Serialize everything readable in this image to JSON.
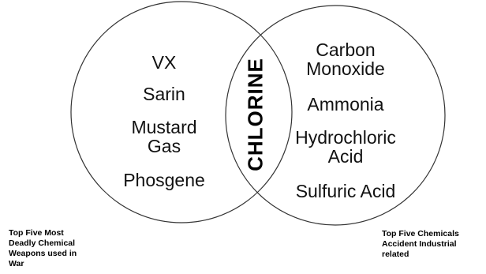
{
  "left_set": {
    "items": [
      "VX",
      "Sarin",
      "Mustard\nGas",
      "Phosgene"
    ],
    "caption": "Top Five Most\nDeadly Chemical\nWeapons used in\nWar"
  },
  "right_set": {
    "items": [
      "Carbon\nMonoxide",
      "Ammonia",
      "Hydrochloric\nAcid",
      "Sulfuric Acid"
    ],
    "caption": "Top Five Chemicals\nAccident Industrial\nrelated"
  },
  "intersection": {
    "label": "CHLORINE"
  },
  "colors": {
    "stroke": "#333333",
    "text": "#111111",
    "background": "#ffffff"
  }
}
